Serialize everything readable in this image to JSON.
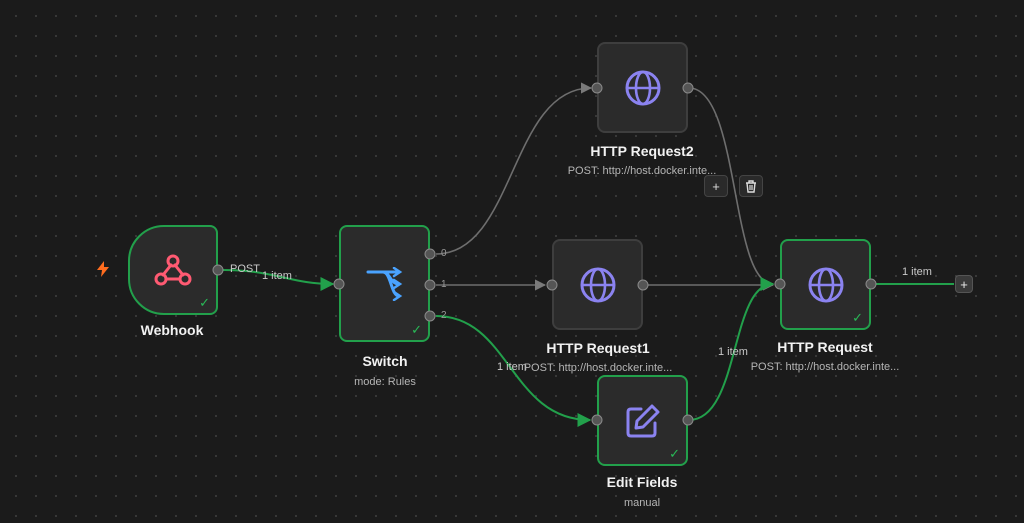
{
  "colors": {
    "canvas": "#1b1b1b",
    "success": "#22a04b",
    "icon_accent": "#8b83f0",
    "webhook_icon": "#ff5a72",
    "switch_icon": "#4aa3ff",
    "trigger_bolt": "#ff6d1f"
  },
  "nodes": {
    "webhook": {
      "title": "Webhook",
      "icon": "webhook-icon",
      "status": "success"
    },
    "switch": {
      "title": "Switch",
      "subtitle": "mode: Rules",
      "icon": "switch-icon",
      "status": "success"
    },
    "http_request2": {
      "title": "HTTP Request2",
      "subtitle": "POST: http://host.docker.inte...",
      "icon": "globe-icon"
    },
    "http_request1": {
      "title": "HTTP Request1",
      "subtitle": "POST: http://host.docker.inte...",
      "icon": "globe-icon"
    },
    "http_request": {
      "title": "HTTP Request",
      "subtitle": "POST: http://host.docker.inte...",
      "icon": "globe-icon",
      "status": "success"
    },
    "edit_fields": {
      "title": "Edit Fields",
      "subtitle": "manual",
      "icon": "pencil-icon",
      "status": "success"
    }
  },
  "edge_labels": {
    "webhook_output": "POST",
    "webhook_to_switch": "1 item",
    "switch_to_edit": "1 item",
    "edit_to_http": "1 item",
    "http_output": "1 item"
  },
  "switch_outputs": [
    "0",
    "1",
    "2"
  ],
  "toolbar": {
    "add": "+",
    "delete_icon": "trash-icon"
  },
  "end_add": "+"
}
